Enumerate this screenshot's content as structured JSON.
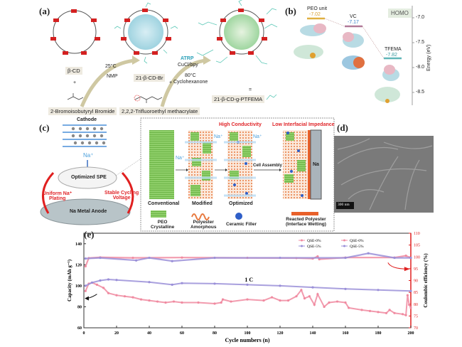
{
  "panel_a": {
    "label": "(a)",
    "beta_cd": "β-CD",
    "temp1": "25°C",
    "solvent1": "NMP",
    "intermediate": "21-β-CD-Br",
    "plus": "+",
    "atrp": "ATRP",
    "catalyst": "CuCl/bpy",
    "temp2": "80°C",
    "solvent2": "Cyclohexanone",
    "product": "21-β-CD-g-PTFEMA",
    "reagent1": "2-Bromoisobutyryl Bromide",
    "reagent2": "2,2,2-Trifluoroethyl methacrylate",
    "equals": "=",
    "colors": {
      "arrow": "#c9c29a",
      "polymer": "#5fc9b8",
      "glucose": "#d42020"
    }
  },
  "panel_b": {
    "label": "(b)",
    "badge": "HOMO",
    "axis_label": "Energy (eV)",
    "ticks": [
      "-7.0",
      "-7.5",
      "-8.0",
      "-8.5"
    ],
    "levels": [
      {
        "name": "PEO unit",
        "value": "-7.02",
        "color": "#e0b040"
      },
      {
        "name": "VC",
        "value": "-7.17",
        "color": "#b07898"
      },
      {
        "name": "TFEMA",
        "value": "-7.82",
        "color": "#5fb6b8"
      }
    ]
  },
  "panel_c": {
    "label": "(c)",
    "cathode": "Cathode",
    "na_ion": "Na⁺",
    "spe": "Optimized SPE",
    "left_note": [
      "Uniform Na⁺",
      "Plating"
    ],
    "right_note": [
      "Stable Cycling",
      "Voltage"
    ],
    "anode": "Na Metal Anode",
    "high_cond": "High Conductivity",
    "low_imp": "Low Interfacial Impedance",
    "stages": [
      "Conventional",
      "Modified",
      "Optimized"
    ],
    "cell_assembly": "Cell Assembly",
    "na": "Na",
    "legend": [
      [
        "PEO",
        "Crystalline"
      ],
      [
        "Polyester",
        "Amorphous"
      ],
      [
        "Ceramic Filler"
      ],
      [
        "Reacted Polyester",
        "(Interface Wetting)"
      ]
    ]
  },
  "panel_d": {
    "label": "(d)",
    "scale_bar": "300 nm"
  },
  "chart_data": {
    "type": "scatter",
    "panel_label": "(e)",
    "xlabel": "Cycle numbers (n)",
    "ylabel": "Capacity (mAh g⁻¹)",
    "y2label": "Coulombic efficiency (%)",
    "xlim": [
      0,
      200
    ],
    "ylim": [
      60,
      150
    ],
    "y2lim": [
      70,
      110
    ],
    "xticks": [
      0,
      20,
      40,
      60,
      80,
      100,
      120,
      140,
      160,
      180,
      200
    ],
    "yticks": [
      60,
      80,
      100,
      120,
      140
    ],
    "y2ticks": [
      70,
      75,
      80,
      85,
      90,
      95,
      100,
      105,
      110
    ],
    "annotation": "1 C",
    "legend_placement": "top-right",
    "series": [
      {
        "name": "QSE-0%",
        "kind": "capacity",
        "axis": "left",
        "color": "#f08aa0",
        "x": [
          1,
          3,
          5,
          8,
          12,
          15,
          20,
          25,
          30,
          35,
          40,
          45,
          50,
          55,
          60,
          70,
          80,
          84,
          85,
          90,
          100,
          110,
          115,
          120,
          125,
          130,
          133,
          135,
          138,
          141,
          143,
          147,
          150,
          155,
          160,
          162,
          170,
          175,
          180,
          185,
          187,
          190,
          195,
          197,
          198,
          199,
          200
        ],
        "y": [
          95,
          102,
          103,
          101,
          98,
          93,
          91,
          90,
          89,
          87,
          86,
          85,
          84,
          85,
          84,
          84,
          83,
          84,
          87,
          85,
          87,
          86,
          89,
          86,
          86,
          90,
          96,
          88,
          90,
          82,
          92,
          80,
          84,
          85,
          84,
          79,
          77,
          76,
          75,
          74,
          77,
          74,
          73,
          72,
          91,
          82,
          79
        ]
      },
      {
        "name": "QSE-5%",
        "kind": "capacity",
        "axis": "left",
        "color": "#9a8fd8",
        "x": [
          1,
          5,
          10,
          15,
          20,
          40,
          54,
          60,
          80,
          100,
          120,
          140,
          160,
          180,
          200
        ],
        "y": [
          100,
          103,
          105,
          106,
          105.5,
          103.5,
          101,
          102.5,
          102,
          101,
          100,
          98.5,
          97,
          96,
          95
        ]
      },
      {
        "name": "QSE-0%",
        "kind": "efficiency",
        "axis": "right",
        "color": "#f08aa0",
        "x": [
          1,
          3,
          10,
          30,
          60,
          100,
          130,
          140,
          143,
          144,
          160,
          190,
          197,
          200
        ],
        "y": [
          96,
          99.5,
          99.8,
          99.6,
          99.7,
          99.6,
          99.5,
          99.3,
          100.2,
          99,
          99.7,
          99.7,
          100.5,
          99.6
        ]
      },
      {
        "name": "QSE-5%",
        "kind": "efficiency",
        "axis": "right",
        "color": "#9a8fd8",
        "x": [
          1,
          10,
          32,
          40,
          54,
          80,
          120,
          160,
          174,
          190,
          200
        ],
        "y": [
          99.3,
          99.6,
          98.5,
          99.6,
          98.2,
          99.6,
          99.6,
          99.6,
          101.5,
          99.6,
          99.6
        ]
      }
    ]
  }
}
